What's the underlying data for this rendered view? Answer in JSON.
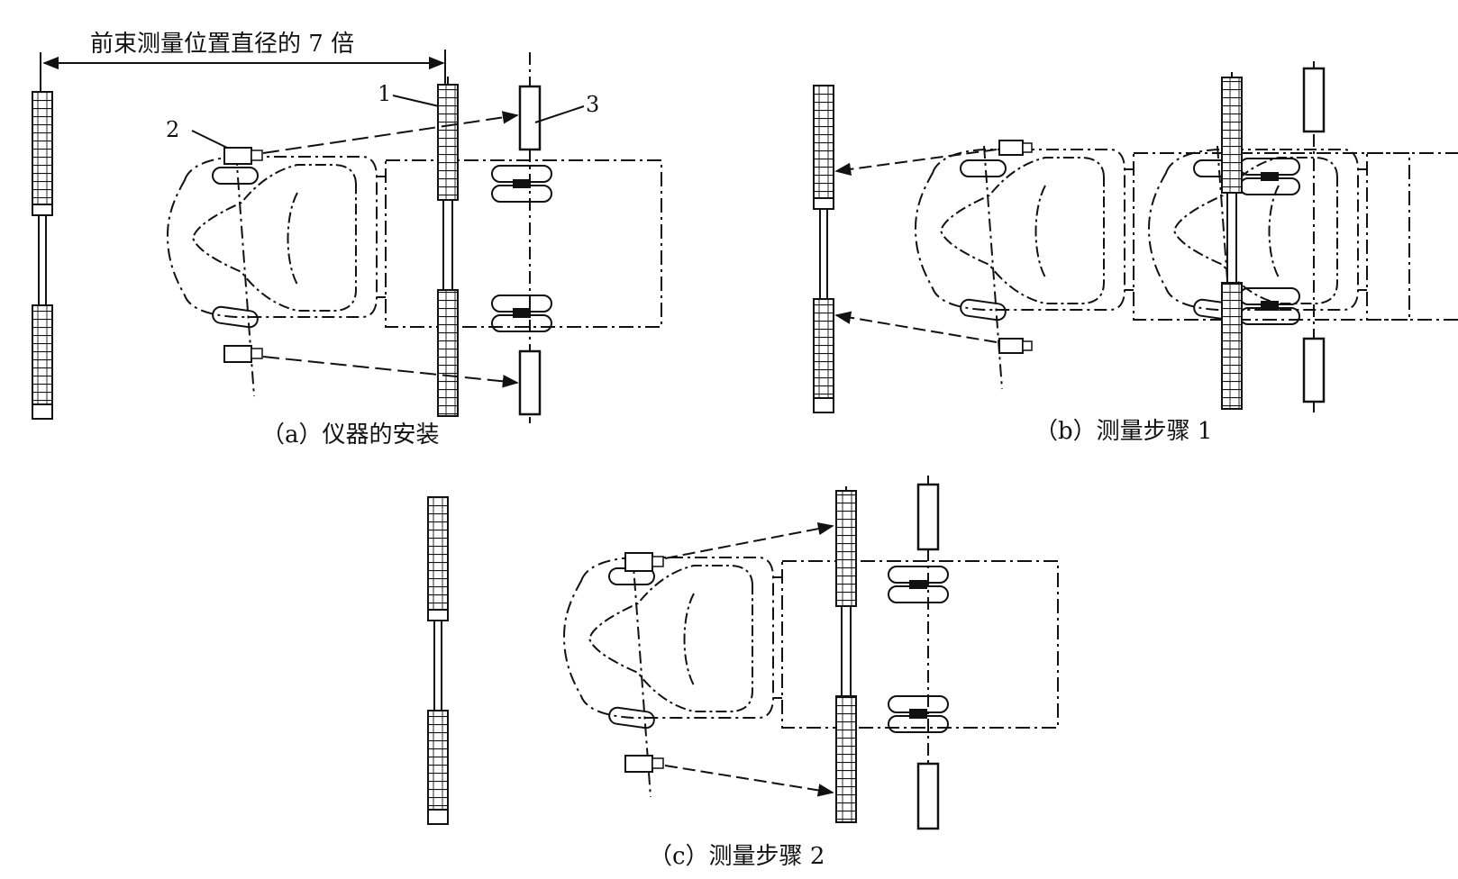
{
  "dimension_label": "前束测量位置直径的 7 倍",
  "callouts": [
    "1",
    "2",
    "3"
  ],
  "panels": {
    "a": {
      "caption": "（a）仪器的安装"
    },
    "b": {
      "caption": "（b）测量步骤 1"
    },
    "c": {
      "caption": "（c）测量步骤 2"
    }
  },
  "colors": {
    "ink": "#111111",
    "background": "#ffffff"
  }
}
